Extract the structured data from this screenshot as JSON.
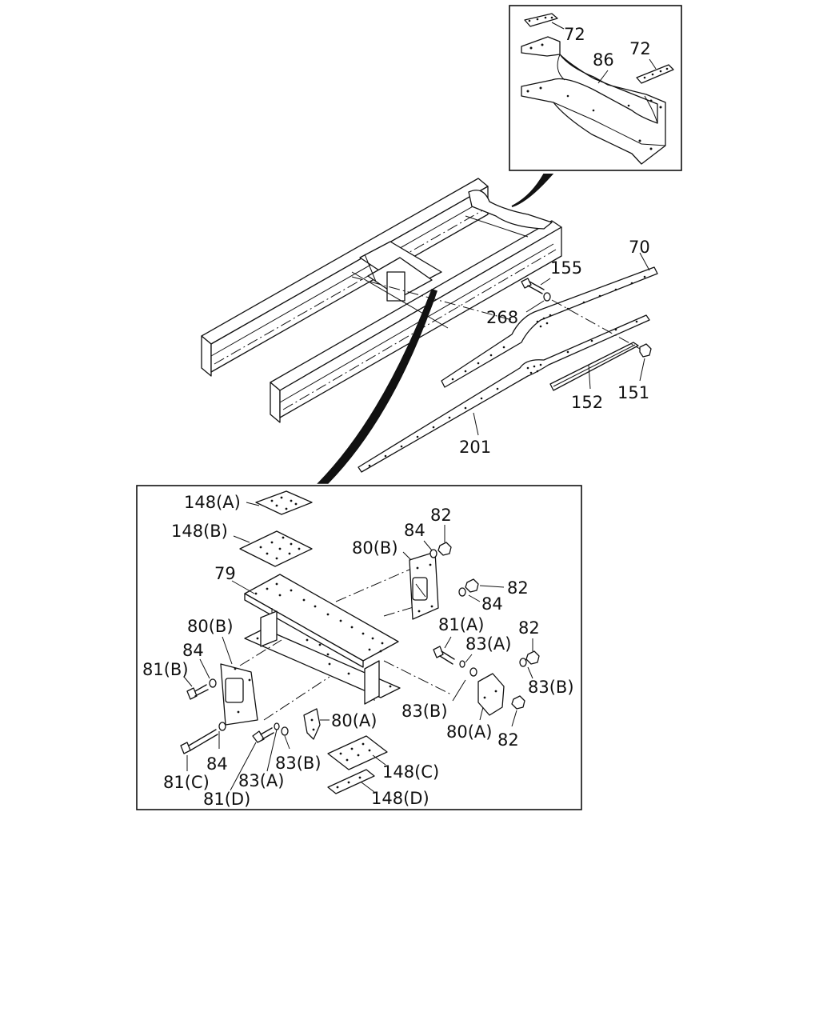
{
  "labels": {
    "l72a": "72",
    "l86": "86",
    "l72b": "72",
    "l70": "70",
    "l155": "155",
    "l268": "268",
    "l151": "151",
    "l152": "152",
    "l201": "201",
    "l148a": "148(A)",
    "l148b": "148(B)",
    "l79": "79",
    "l80b_top": "80(B)",
    "l84_top": "84",
    "l82_top": "82",
    "l82_right": "82",
    "l84_right": "84",
    "l81a": "81(A)",
    "l82_r2": "82",
    "l83a_r": "83(A)",
    "l83b_r": "83(B)",
    "l83b_m": "83(B)",
    "l80a_r": "80(A)",
    "l82_bot": "82",
    "l80b_left": "80(B)",
    "l84_left": "84",
    "l81b": "81(B)",
    "l84_low": "84",
    "l81c": "81(C)",
    "l81d": "81(D)",
    "l83a_low": "83(A)",
    "l83b_low": "83(B)",
    "l80a_low": "80(A)",
    "l148c": "148(C)",
    "l148d": "148(D)"
  }
}
